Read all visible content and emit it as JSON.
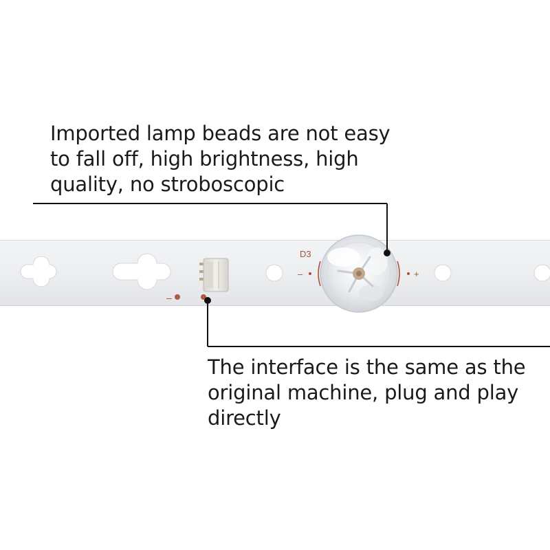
{
  "captions": {
    "top": {
      "lines": [
        "Imported lamp beads are not easy",
        "to fall off, high brightness, high",
        "quality, no stroboscopic"
      ]
    },
    "bottom": {
      "lines": [
        "The interface is the same as the",
        "original machine, plug and play",
        "directly"
      ]
    }
  },
  "strip": {
    "silkscreen_label": "D3",
    "minus_sign": "–",
    "plus_sign": "+",
    "colors": {
      "board": "#eef0f2",
      "silkscreen": "#a5533c",
      "connector": "#e8e6e2"
    }
  }
}
